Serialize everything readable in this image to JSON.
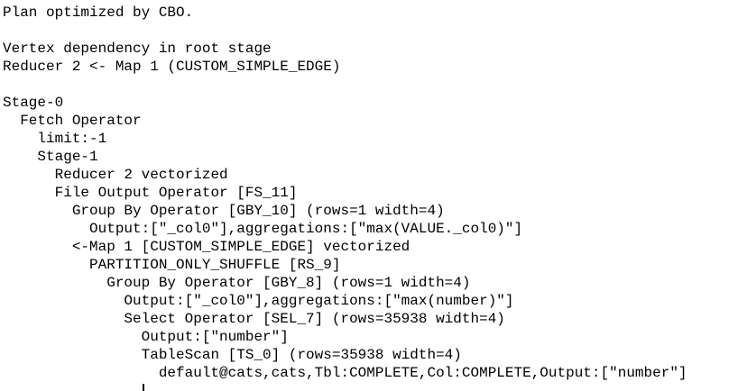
{
  "console": {
    "title": "Hive EXPLAIN query plan output",
    "colors": {
      "background": "#ffffff",
      "text": "#000000"
    },
    "lines": [
      "Plan optimized by CBO.",
      "",
      "Vertex dependency in root stage",
      "Reducer 2 <- Map 1 (CUSTOM_SIMPLE_EDGE)",
      "",
      "Stage-0",
      "  Fetch Operator",
      "    limit:-1",
      "    Stage-1",
      "      Reducer 2 vectorized",
      "      File Output Operator [FS_11]",
      "        Group By Operator [GBY_10] (rows=1 width=4)",
      "          Output:[\"_col0\"],aggregations:[\"max(VALUE._col0)\"]",
      "        <-Map 1 [CUSTOM_SIMPLE_EDGE] vectorized",
      "          PARTITION_ONLY_SHUFFLE [RS_9]",
      "            Group By Operator [GBY_8] (rows=1 width=4)",
      "              Output:[\"_col0\"],aggregations:[\"max(number)\"]",
      "              Select Operator [SEL_7] (rows=35938 width=4)",
      "                Output:[\"number\"]",
      "                TableScan [TS_0] (rows=35938 width=4)",
      "                  default@cats,cats,Tbl:COMPLETE,Col:COMPLETE,Output:[\"number\"]"
    ]
  }
}
